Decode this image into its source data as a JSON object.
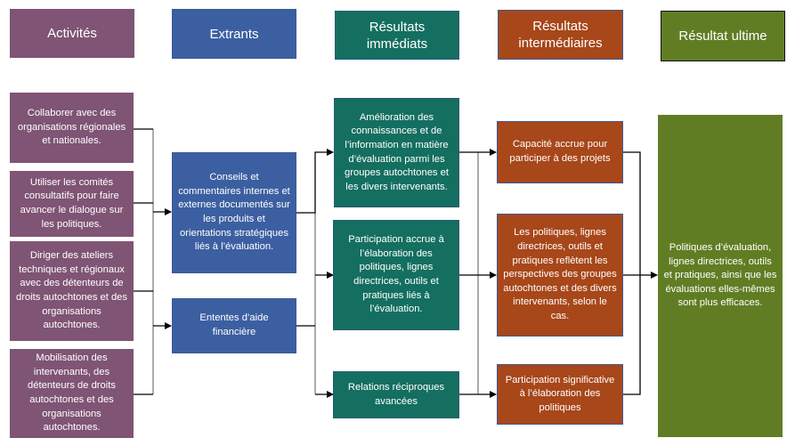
{
  "colors": {
    "activities": "#7f5474",
    "outputs": "#3c5fa1",
    "immediate": "#146f60",
    "intermediate": "#a7471a",
    "ultimate": "#617d24"
  },
  "headers": {
    "activities": "Activités",
    "outputs": "Extrants",
    "immediate": "Résultats immédiats",
    "intermediate": "Résultats intermédiaires",
    "ultimate": "Résultat ultime"
  },
  "activities": [
    "Collaborer avec des organisations régionales et nationales.",
    "Utiliser les comités consultatifs pour faire avancer le dialogue sur les politiques.",
    "Diriger des ateliers techniques et régionaux avec des détenteurs de droits autochtones et des organisations autochtones.",
    "Mobilisation des intervenants, des détenteurs de droits autochtones et des organisations autochtones."
  ],
  "outputs": [
    "Conseils et commentaires internes et externes documentés sur les produits et orientations stratégiques liés à l’évaluation.",
    "Ententes d’aide financière"
  ],
  "immediate_outcomes": [
    "Amélioration des connaissances et de l’information en matière d’évaluation parmi les groupes autochtones et les divers intervenants.",
    "Participation accrue à l’élaboration des politiques, lignes directrices, outils et pratiques liés à l’évaluation.",
    "Relations réciproques avancées"
  ],
  "intermediate_outcomes": [
    "Capacité accrue pour participer à des projets",
    "Les politiques, lignes directrices, outils et pratiques reflètent les perspectives des groupes autochtones et des divers intervenants, selon le cas.",
    "Participation significative à l’élaboration des politiques"
  ],
  "ultimate_outcome": "Politiques d’évaluation, lignes directrices, outils et pratiques, ainsi que les évaluations elles-mêmes sont plus efficaces."
}
